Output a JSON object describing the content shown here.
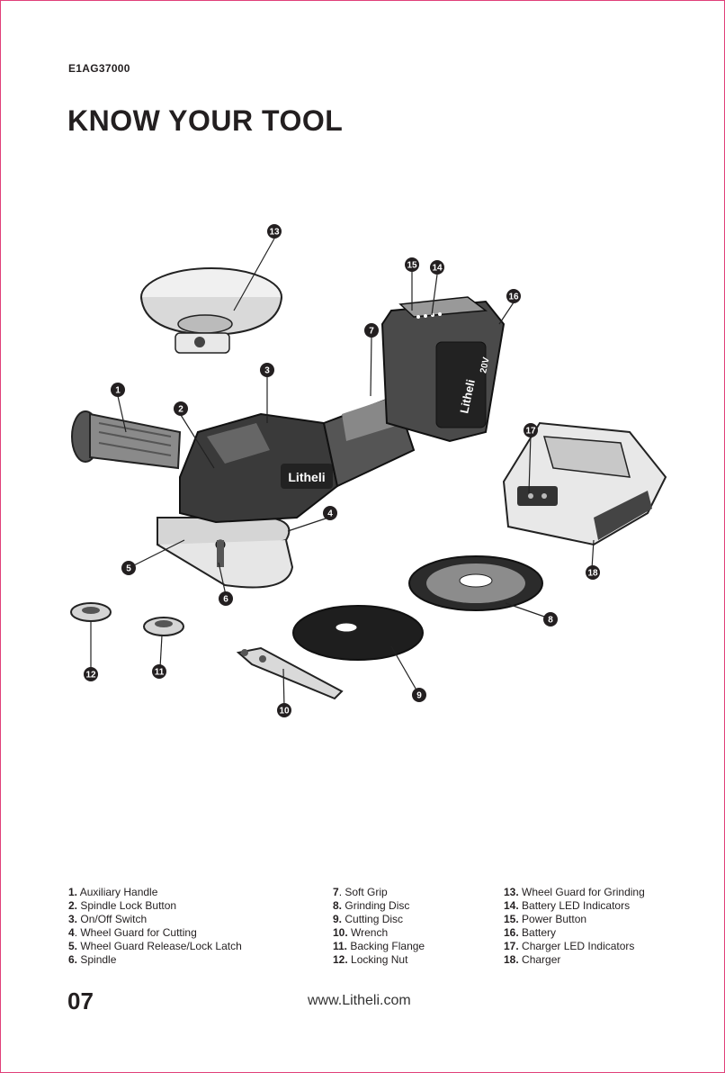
{
  "header": {
    "model_number": "E1AG37000",
    "title": "KNOW YOUR TOOL"
  },
  "diagram": {
    "brand_on_tool": "Litheli",
    "battery_label": "20V",
    "callouts": [
      "1",
      "2",
      "3",
      "4",
      "5",
      "6",
      "7",
      "8",
      "9",
      "10",
      "11",
      "12",
      "13",
      "14",
      "15",
      "16",
      "17",
      "18"
    ]
  },
  "parts": {
    "col1": [
      {
        "num": "1.",
        "label": "Auxiliary Handle"
      },
      {
        "num": "2.",
        "label": "Spindle Lock Button"
      },
      {
        "num": "3.",
        "label": "On/Off Switch"
      },
      {
        "num": "4",
        "label": ". Wheel Guard for Cutting"
      },
      {
        "num": "5.",
        "label": "Wheel Guard Release/Lock Latch"
      },
      {
        "num": "6.",
        "label": "Spindle"
      }
    ],
    "col2": [
      {
        "num": "7",
        "label": ". Soft Grip"
      },
      {
        "num": "8.",
        "label": "Grinding Disc"
      },
      {
        "num": "9.",
        "label": "Cutting Disc"
      },
      {
        "num": "10.",
        "label": "Wrench"
      },
      {
        "num": "11.",
        "label": "Backing Flange"
      },
      {
        "num": "12.",
        "label": "Locking Nut"
      }
    ],
    "col3": [
      {
        "num": "13.",
        "label": "Wheel Guard for Grinding"
      },
      {
        "num": "14.",
        "label": "Battery LED Indicators"
      },
      {
        "num": "15.",
        "label": "Power Button"
      },
      {
        "num": "16.",
        "label": "Battery"
      },
      {
        "num": "17.",
        "label": "Charger LED Indicators"
      },
      {
        "num": "18.",
        "label": "Charger"
      }
    ]
  },
  "footer": {
    "page_number": "07",
    "url": "www.Litheli.com"
  }
}
